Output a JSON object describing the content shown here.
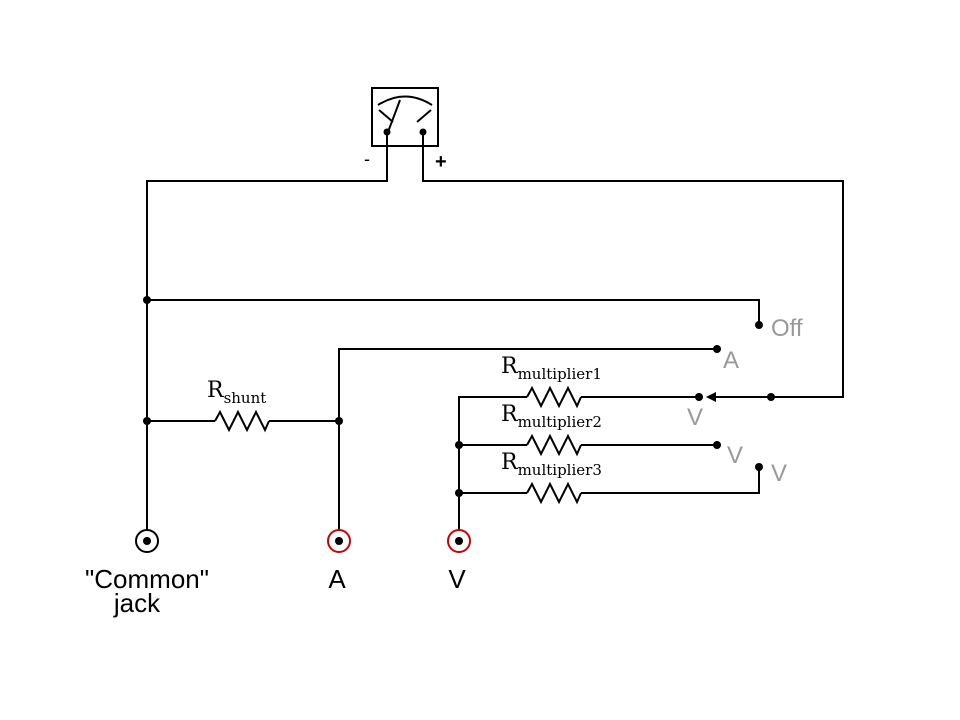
{
  "meter": {
    "minus_label": "-",
    "plus_label": "+"
  },
  "resistors": {
    "shunt": {
      "main": "R",
      "sub": "shunt"
    },
    "mult1": {
      "main": "R",
      "sub": "multiplier1"
    },
    "mult2": {
      "main": "R",
      "sub": "multiplier2"
    },
    "mult3": {
      "main": "R",
      "sub": "multiplier3"
    }
  },
  "switch": {
    "off": "Off",
    "amps": "A",
    "volts1": "V",
    "volts2": "V",
    "volts3": "V"
  },
  "jacks": {
    "common_line1": "\"Common\"",
    "common_line2": "jack",
    "amps": "A",
    "volts": "V"
  },
  "colors": {
    "wire": "#000000",
    "switch_label": "#999999",
    "test_jack_ring": "#cc0000",
    "common_jack_ring": "#000000"
  }
}
